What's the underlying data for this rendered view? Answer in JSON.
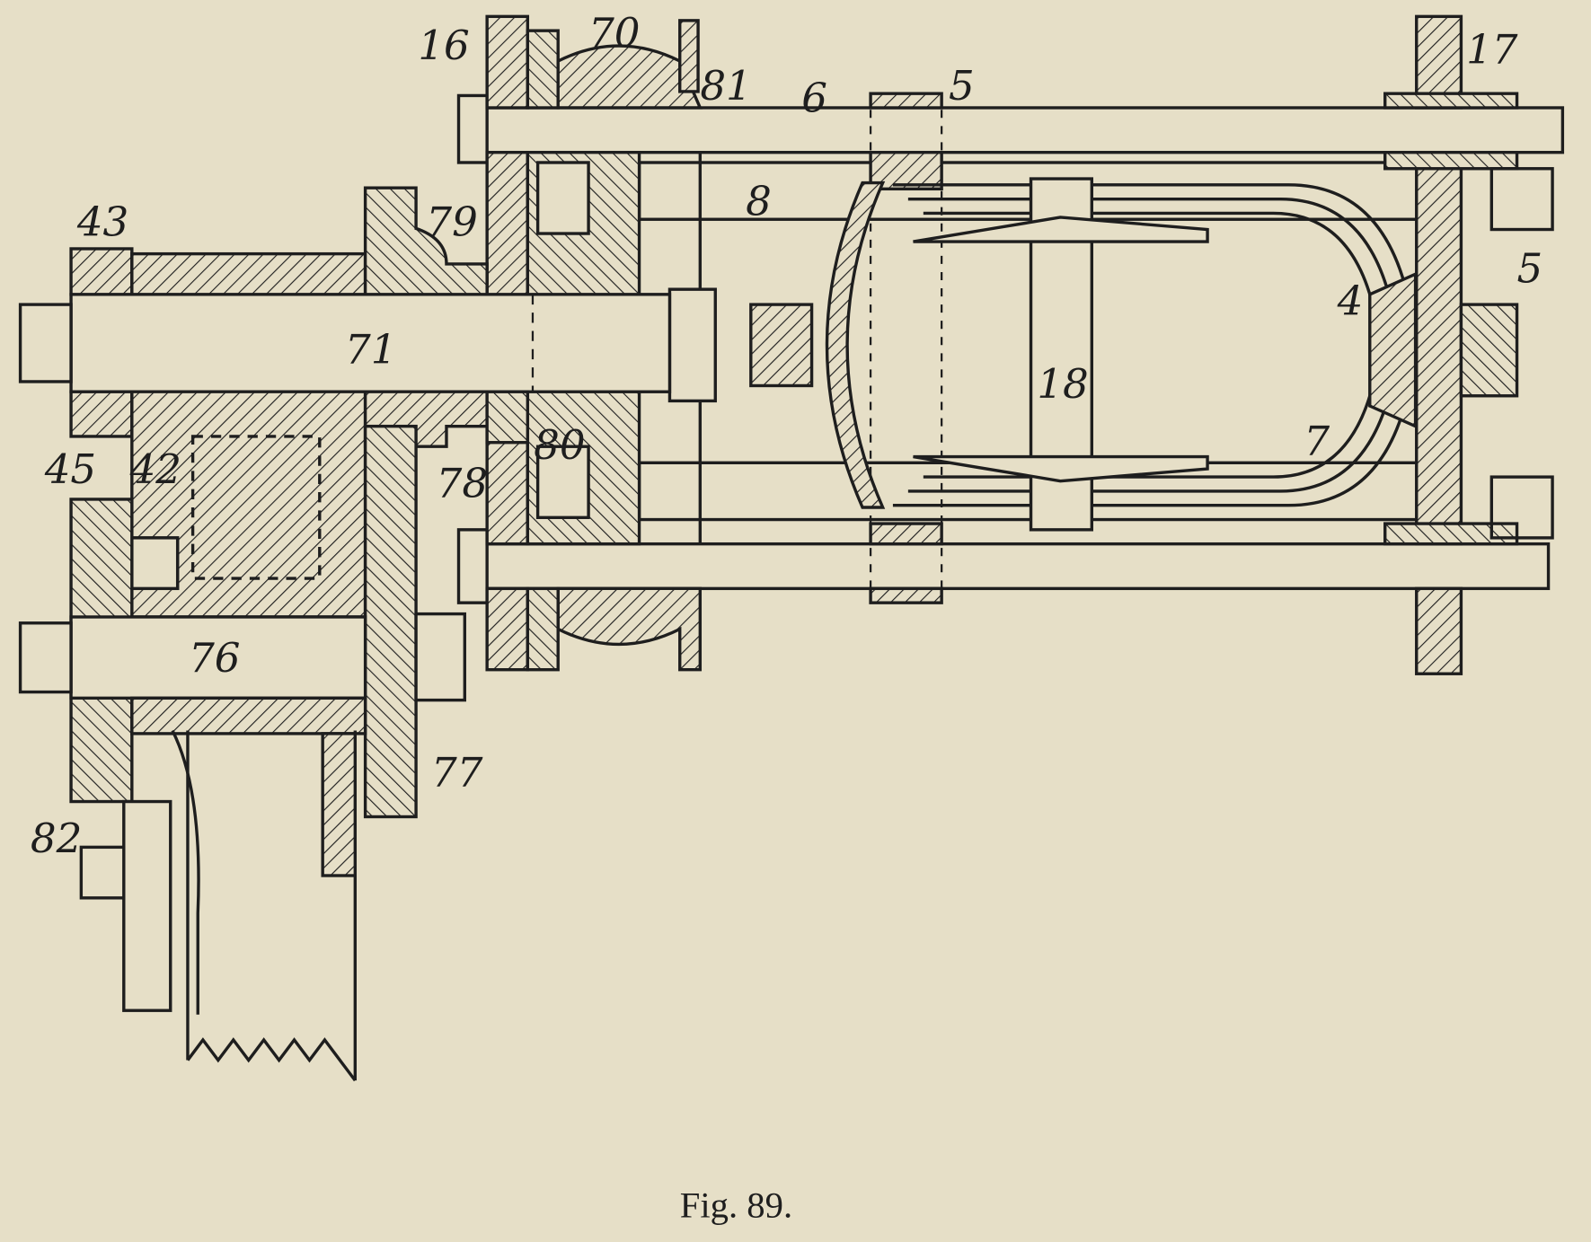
{
  "figure": {
    "caption": "Fig. 89.",
    "labels": {
      "l16": "16",
      "l70": "70",
      "l81": "81",
      "l6": "6",
      "l5a": "5",
      "l17": "17",
      "l43": "43",
      "l79": "79",
      "l8": "8",
      "l5b": "5",
      "l4": "4",
      "l71": "71",
      "l18": "18",
      "l45": "45",
      "l42": "42",
      "l80": "80",
      "l78": "78",
      "l7": "7",
      "l76": "76",
      "l77": "77",
      "l82": "82"
    }
  },
  "colors": {
    "paper": "#e6dfc7",
    "ink": "#1e1e1e"
  }
}
